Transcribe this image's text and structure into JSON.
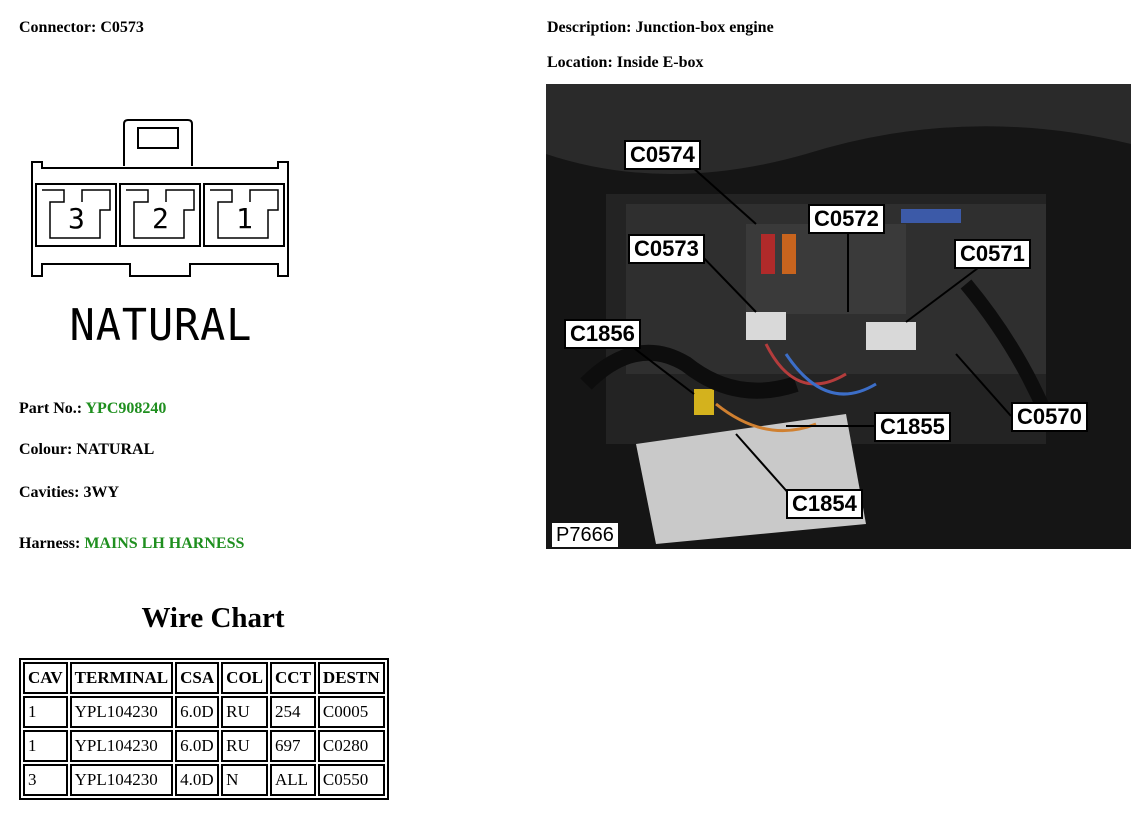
{
  "connector": {
    "label": "Connector:",
    "value": "C0573"
  },
  "description": {
    "label": "Description:",
    "value": "Junction-box engine"
  },
  "location": {
    "label": "Location:",
    "value": "Inside E-box"
  },
  "diagram": {
    "caption": "NATURAL",
    "cavity_numbers": [
      "3",
      "2",
      "1"
    ]
  },
  "details": {
    "part_label": "Part No.:",
    "part_value": "YPC908240",
    "colour_label": "Colour:",
    "colour_value": "NATURAL",
    "cavities_label": "Cavities:",
    "cavities_value": "3WY",
    "harness_label": "Harness:",
    "harness_value": "MAINS LH HARNESS"
  },
  "wire_chart": {
    "title": "Wire Chart",
    "headers": [
      "CAV",
      "TERMINAL",
      "CSA",
      "COL",
      "CCT",
      "DESTN"
    ],
    "rows": [
      [
        "1",
        "YPL104230",
        "6.0D",
        "RU",
        "254",
        "C0005"
      ],
      [
        "1",
        "YPL104230",
        "6.0D",
        "RU",
        "697",
        "C0280"
      ],
      [
        "3",
        "YPL104230",
        "4.0D",
        "N",
        "ALL",
        "C0550"
      ]
    ]
  },
  "photo": {
    "id_label": "P7666",
    "callouts": [
      "C0574",
      "C0572",
      "C0573",
      "C0571",
      "C1856",
      "C1855",
      "C0570",
      "C1854"
    ]
  },
  "colors": {
    "link_green": "#1f8f1f"
  }
}
